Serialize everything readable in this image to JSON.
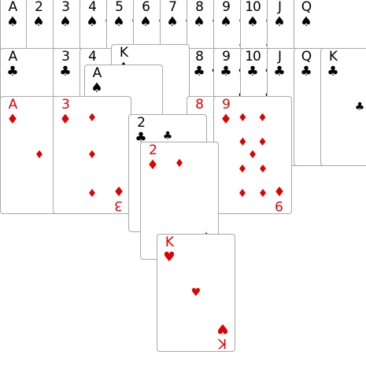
{
  "colors": {
    "red": "#e00000",
    "black": "#000000"
  },
  "cards": [
    {
      "id": "sp-a",
      "rank": "A",
      "suit": "spades",
      "symbol": "♠",
      "color": "black"
    },
    {
      "id": "sp-2",
      "rank": "2",
      "suit": "spades",
      "symbol": "♠",
      "color": "black"
    },
    {
      "id": "sp-3",
      "rank": "3",
      "suit": "spades",
      "symbol": "♠",
      "color": "black"
    },
    {
      "id": "sp-4",
      "rank": "4",
      "suit": "spades",
      "symbol": "♠",
      "color": "black"
    },
    {
      "id": "sp-5",
      "rank": "5",
      "suit": "spades",
      "symbol": "♠",
      "color": "black"
    },
    {
      "id": "sp-6",
      "rank": "6",
      "suit": "spades",
      "symbol": "♠",
      "color": "black"
    },
    {
      "id": "sp-7",
      "rank": "7",
      "suit": "spades",
      "symbol": "♠",
      "color": "black"
    },
    {
      "id": "sp-8",
      "rank": "8",
      "suit": "spades",
      "symbol": "♠",
      "color": "black"
    },
    {
      "id": "sp-9",
      "rank": "9",
      "suit": "spades",
      "symbol": "♠",
      "color": "black"
    },
    {
      "id": "sp-10",
      "rank": "10",
      "suit": "spades",
      "symbol": "♠",
      "color": "black"
    },
    {
      "id": "sp-j",
      "rank": "J",
      "suit": "spades",
      "symbol": "♠",
      "color": "black"
    },
    {
      "id": "sp-q",
      "rank": "Q",
      "suit": "spades",
      "symbol": "♠",
      "color": "black"
    },
    {
      "id": "sp-k",
      "rank": "K",
      "suit": "spades",
      "symbol": "♠",
      "color": "black"
    },
    {
      "id": "cl-a",
      "rank": "A",
      "suit": "clubs",
      "symbol": "♣",
      "color": "black"
    },
    {
      "id": "cl-2",
      "rank": "2",
      "suit": "clubs",
      "symbol": "♣",
      "color": "black"
    },
    {
      "id": "cl-3",
      "rank": "3",
      "suit": "clubs",
      "symbol": "♣",
      "color": "black"
    },
    {
      "id": "cl-4",
      "rank": "4",
      "suit": "clubs",
      "symbol": "♣",
      "color": "black"
    },
    {
      "id": "cl-8",
      "rank": "8",
      "suit": "clubs",
      "symbol": "♣",
      "color": "black"
    },
    {
      "id": "cl-9",
      "rank": "9",
      "suit": "clubs",
      "symbol": "♣",
      "color": "black"
    },
    {
      "id": "cl-10",
      "rank": "10",
      "suit": "clubs",
      "symbol": "♣",
      "color": "black"
    },
    {
      "id": "cl-j",
      "rank": "J",
      "suit": "clubs",
      "symbol": "♣",
      "color": "black"
    },
    {
      "id": "cl-q",
      "rank": "Q",
      "suit": "clubs",
      "symbol": "♣",
      "color": "black"
    },
    {
      "id": "cl-k",
      "rank": "K",
      "suit": "clubs",
      "symbol": "♣",
      "color": "black"
    },
    {
      "id": "di-a",
      "rank": "A",
      "suit": "diamonds",
      "symbol": "♦",
      "color": "red"
    },
    {
      "id": "di-2",
      "rank": "2",
      "suit": "diamonds",
      "symbol": "♦",
      "color": "red"
    },
    {
      "id": "di-3",
      "rank": "3",
      "suit": "diamonds",
      "symbol": "♦",
      "color": "red"
    },
    {
      "id": "di-8",
      "rank": "8",
      "suit": "diamonds",
      "symbol": "♦",
      "color": "red"
    },
    {
      "id": "di-9",
      "rank": "9",
      "suit": "diamonds",
      "symbol": "♦",
      "color": "red"
    },
    {
      "id": "he-k",
      "rank": "K",
      "suit": "hearts",
      "symbol": "♥",
      "color": "red"
    }
  ]
}
